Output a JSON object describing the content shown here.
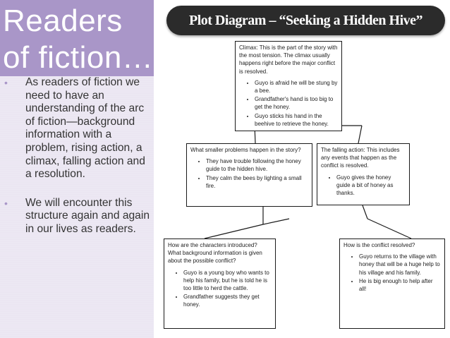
{
  "slide": {
    "title_line1": "Readers",
    "title_line2": "of fiction…",
    "bullets": [
      "As readers of fiction we need to have an understanding of the arc of fiction—background information with a problem, rising action, a climax, falling action and a resolution.",
      "We will encounter this structure again and again in our lives as readers."
    ],
    "bullet_glyph": "•"
  },
  "diagram": {
    "title": "Plot Diagram – “Seeking a Hidden Hive”",
    "boxes": {
      "climax": {
        "question": "Climax: This is the part of the story with the most tension. The climax usually happens right before the major conflict is resolved.",
        "items": [
          "Guyo is afraid he will be stung by a bee.",
          "Grandfather's hand is too big to get the honey.",
          "Guyo sticks his hand in the beehive to retrieve the honey."
        ]
      },
      "rising": {
        "question": "What smaller problems happen in the story?",
        "items": [
          "They have trouble following the honey guide to the hidden hive.",
          "They calm the bees by lighting a small fire."
        ]
      },
      "falling": {
        "question": "The falling action: This includes any events that happen as the conflict is resolved.",
        "items": [
          "Guyo gives the honey guide a bit of honey as thanks."
        ]
      },
      "exposition": {
        "question": "How are the characters introduced? What background information is given about the possible conflict?",
        "items": [
          "Guyo is a young boy who wants to help his family, but he is told he is too little to herd the cattle.",
          "Grandfather suggests they get honey."
        ]
      },
      "resolution": {
        "question": "How is the conflict resolved?",
        "items": [
          "Guyo returns to the village with honey that will be a huge help to his village and his family.",
          "He is big enough to help after all!"
        ]
      }
    }
  },
  "colors": {
    "accent_purple": "#a996c8",
    "left_background": "#ebe6f2",
    "header_bar": "#2b2b2b"
  }
}
